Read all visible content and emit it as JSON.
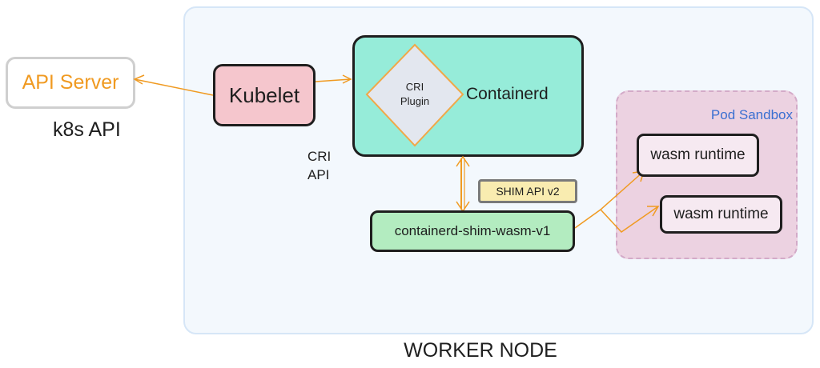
{
  "nodes": {
    "worker_node": "WORKER NODE",
    "api_server": "API Server",
    "k8s_api": "k8s API",
    "kubelet": "Kubelet",
    "cri_api_line1": "CRI",
    "cri_api_line2": "API",
    "containerd": "Containerd",
    "cri_plugin_line1": "CRI",
    "cri_plugin_line2": "Plugin",
    "shim_api": "SHIM API v2",
    "shim": "containerd-shim-wasm-v1",
    "pod_sandbox": "Pod Sandbox",
    "wasm_runtime_1": "wasm runtime",
    "wasm_runtime_2": "wasm runtime"
  },
  "colors": {
    "arrow": "#f09a21",
    "kubelet_fill": "#f5c6cd",
    "containerd_fill": "#96ecd9",
    "shim_fill": "#b3ecc0",
    "shim_api_fill": "#f9ecb0",
    "pod_sandbox_fill": "#ecd2e1",
    "worker_fill": "#f3f8fd"
  }
}
